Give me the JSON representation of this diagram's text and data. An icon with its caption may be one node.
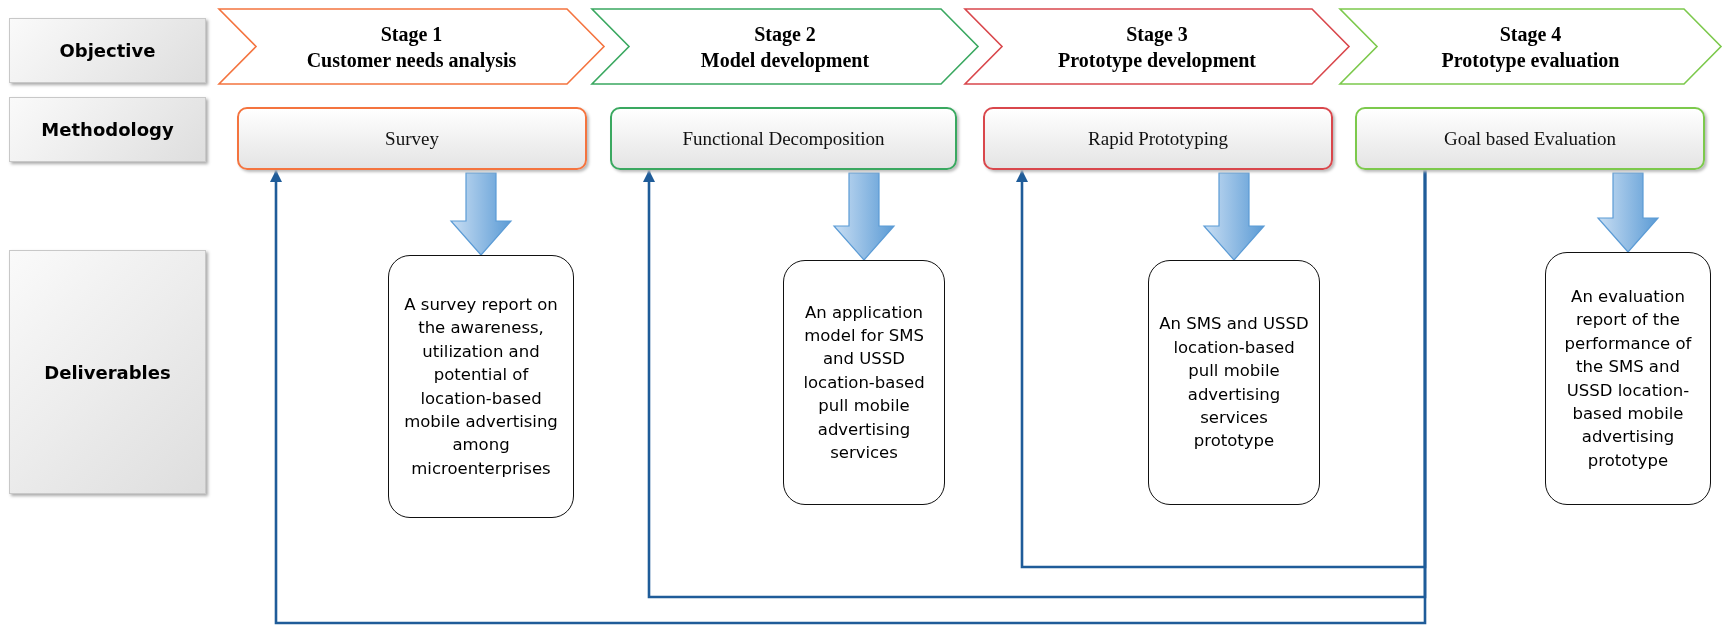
{
  "diagram": {
    "nodes": [
      {
        "text": [
          "Objective"
        ]
      },
      {
        "text": [
          "Methodology"
        ]
      },
      {
        "text": [
          "Deliverables"
        ]
      },
      {
        "text": [
          "Stage 1",
          "Customer needs analysis"
        ]
      },
      {
        "text": [
          "Stage 2",
          "Model development"
        ]
      },
      {
        "text": [
          "Stage 3",
          "Prototype development"
        ]
      },
      {
        "text": [
          "Stage 4",
          "Prototype evaluation"
        ]
      },
      {
        "text": [
          "Survey"
        ]
      },
      {
        "text": [
          "Functional Decomposition"
        ]
      },
      {
        "text": [
          "Rapid Prototyping"
        ]
      },
      {
        "text": [
          "Goal based Evaluation"
        ]
      },
      {
        "text": [
          "A survey report on the awareness, utilization and potential of location-based mobile advertising among microenterprises"
        ]
      },
      {
        "text": [
          "An application model for SMS and USSD location-based pull mobile advertising services"
        ]
      },
      {
        "text": [
          "An SMS and USSD location-based pull mobile advertising services prototype"
        ]
      },
      {
        "text": [
          "An evaluation report of the performance of the SMS and USSD location-based mobile advertising prototype"
        ]
      }
    ],
    "edges": [
      {
        "from": 7,
        "to": 11,
        "arrow": "to",
        "style": "thick",
        "color": "#5b9bd5"
      },
      {
        "from": 8,
        "to": 12,
        "arrow": "to",
        "style": "thick",
        "color": "#5b9bd5"
      },
      {
        "from": 9,
        "to": 13,
        "arrow": "to",
        "style": "thick",
        "color": "#5b9bd5"
      },
      {
        "from": 10,
        "to": 14,
        "arrow": "to",
        "style": "thick",
        "color": "#5b9bd5"
      },
      {
        "from": 10,
        "to": 9,
        "arrow": "to"
      },
      {
        "from": 10,
        "to": 8,
        "arrow": "to"
      },
      {
        "from": 10,
        "to": 7,
        "arrow": "to"
      }
    ]
  }
}
